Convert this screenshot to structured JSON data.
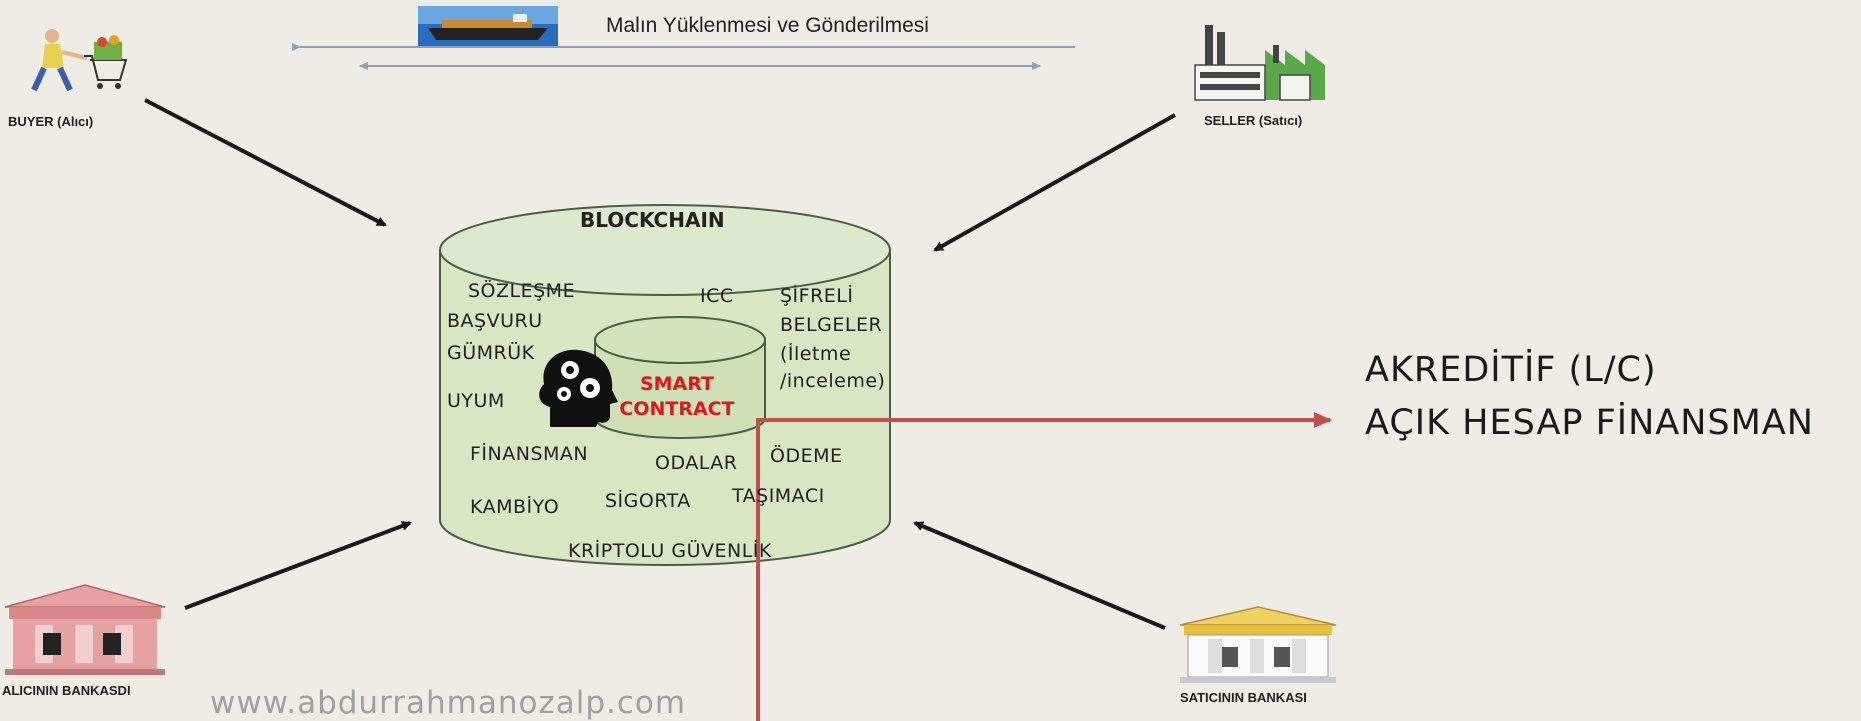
{
  "shipping": {
    "label": "Malın Yüklenmesi ve Gönderilmesi"
  },
  "parties": {
    "buyer": "BUYER (Alıcı)",
    "seller": "SELLER (Satıcı)",
    "buyer_bank": "ALICININ BANKASDI",
    "seller_bank": "SATICININ BANKASI"
  },
  "blockchain": {
    "title": "BLOCKCHAIN",
    "items": {
      "sozlesme": "SÖZLEŞME",
      "basvuru": "BAŞVURU",
      "gumruk": "GÜMRÜK",
      "icc": "ICC",
      "sifreli": "ŞİFRELİ",
      "belgeler": "BELGELER",
      "iletme": "(İletme",
      "inceleme": "/inceleme)",
      "uyum": "UYUM",
      "finansman": "FİNANSMAN",
      "odalar": "ODALAR",
      "odeme": "ÖDEME",
      "kambiyo": "KAMBİYO",
      "sigorta": "SİGORTA",
      "tasimaci": "TAŞIMACI",
      "kriptolu": "KRİPTOLU GÜVENLİK"
    },
    "smart_contract": {
      "line1": "SMART",
      "line2": "CONTRACT"
    }
  },
  "outcomes": {
    "line1": "AKREDİTİF (L/C)",
    "line2": "AÇIK HESAP FİNANSMAN"
  },
  "watermark": "www.abdurrahmanozalp.com",
  "colors": {
    "background": "#eeece4",
    "cylinder_fill": "#d8e6c4",
    "cylinder_stroke": "#4a5e45",
    "smart_contract_text": "#e01818",
    "flow_line": "#c0504d",
    "bank_roof_buyer": "#e8a0a0",
    "bank_roof_seller": "#f0d060"
  },
  "icons": {
    "buyer": "shopper-cart-icon",
    "seller": "factory-icon",
    "buyer_bank": "bank-icon",
    "seller_bank": "bank-icon",
    "ship": "cargo-ship-icon",
    "brain": "head-gears-icon"
  }
}
